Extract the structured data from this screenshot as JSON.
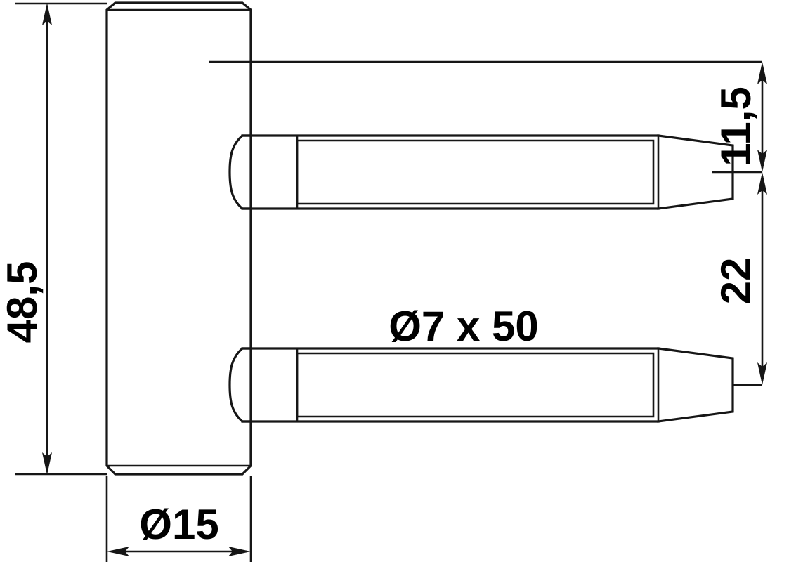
{
  "drawing": {
    "title": "Door hinge pin technical drawing",
    "line_color": "#161616",
    "text_color": "#000000",
    "background_color": "#ffffff",
    "dimensions": {
      "overall_height": "48,5",
      "plate_diameter": "Ø15",
      "pin_spec": "Ø7 x 50",
      "top_offset": "11,5",
      "pin_spacing": "22"
    },
    "labels": {
      "height_label": "48,5",
      "width_label": "Ø15",
      "pin_label": "Ø7 x 50",
      "upper_gap_label": "11,5",
      "lower_gap_label": "22"
    }
  }
}
